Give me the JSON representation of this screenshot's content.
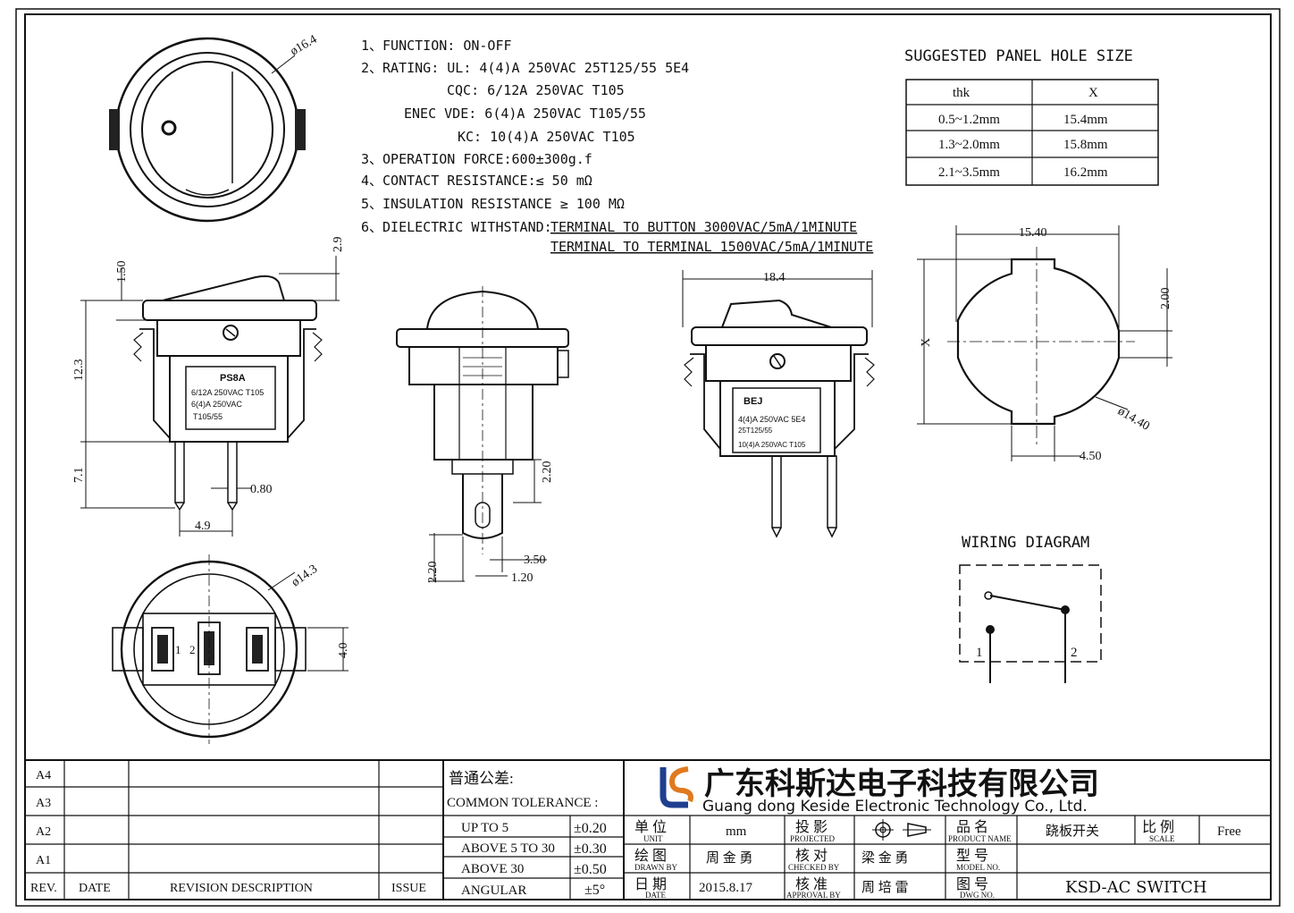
{
  "specs": [
    "1、FUNCTION: ON-OFF",
    "2、RATING:   UL:  4(4)A 250VAC 25T125/55   5E4",
    "CQC:  6/12A 250VAC T105",
    "ENEC VDE:  6(4)A 250VAC T105/55",
    "KC:  10(4)A 250VAC T105",
    "3、OPERATION FORCE:600±300g.f",
    "4、CONTACT RESISTANCE:≤ 50 mΩ",
    "5、INSULATION RESISTANCE  ≥ 100 MΩ",
    "6、DIELECTRIC WITHSTAND:",
    "TERMINAL TO BUTTON 3000VAC/5mA/1MINUTE",
    "TERMINAL TO TERMINAL 1500VAC/5mA/1MINUTE"
  ],
  "panel": {
    "title": "SUGGESTED PANEL HOLE SIZE",
    "headers": [
      "thk",
      "X"
    ],
    "rows": [
      [
        "0.5~1.2mm",
        "15.4mm"
      ],
      [
        "1.3~2.0mm",
        "15.8mm"
      ],
      [
        "2.1~3.5mm",
        "16.2mm"
      ]
    ]
  },
  "dims": {
    "top_dia": "ø16.4",
    "side_h29": "2.9",
    "side_h150": "1.50",
    "side_h123": "12.3",
    "side_h71": "7.1",
    "pin_080": "0.80",
    "pin_49": "4.9",
    "sec_220a": "2.20",
    "sec_350": "3.50",
    "sec_220b": "2.20",
    "sec_120": "1.20",
    "width_184": "18.4",
    "hole_1540": "15.40",
    "hole_200": "2.00",
    "hole_x": "X",
    "hole_dia": "ø14.40",
    "hole_450": "4.50",
    "bottom_dia": "ø14.3",
    "bottom_40": "4.0"
  },
  "labels": {
    "front": [
      "PS8A",
      "6/12A 250VAC T105",
      "6(4)A 250VAC",
      "T105/55"
    ],
    "side": [
      "BEJ",
      "4(4)A 250VAC 5E4",
      "25T125/55",
      "10(4)A 250VAC T105"
    ],
    "bottom_pins": [
      "1",
      "2"
    ]
  },
  "wiring": {
    "title": "WIRING DIAGRAM",
    "pin1": "1",
    "pin2": "2"
  },
  "titleblock": {
    "rev_rows": [
      "A4",
      "A3",
      "A2",
      "A1"
    ],
    "rev_head": [
      "REV.",
      "DATE",
      "REVISION DESCRIPTION",
      "ISSUE"
    ],
    "tol_cn": "普通公差:",
    "tol_en": "COMMON TOLERANCE :",
    "tol_rows": [
      [
        "UP TO 5",
        "±0.20"
      ],
      [
        "ABOVE 5 TO 30",
        "±0.30"
      ],
      [
        "ABOVE 30",
        "±0.50"
      ],
      [
        "ANGULAR",
        "±5°"
      ]
    ],
    "company_cn": "广东科斯达电子科技有限公司",
    "company_en": "Guang dong Keside  Electronic Technology Co., Ltd.",
    "unit_cn": "单 位",
    "unit_en": "UNIT",
    "unit_val": "mm",
    "proj_cn": "投 影",
    "proj_en": "PROJECTED",
    "pname_cn": "品 名",
    "pname_en": "PRODUCT NAME",
    "pname_val": "跷板开关",
    "scale_cn": "比 例",
    "scale_en": "SCALE",
    "scale_val": "Free",
    "drawn_cn": "绘 图",
    "drawn_en": "DRAWN BY",
    "drawn_val": "周 金 勇",
    "checked_cn": "核 对",
    "checked_en": "CHECKED BY",
    "checked_val": "梁 金 勇",
    "model_cn": "型 号",
    "model_en": "MODEL NO.",
    "date_cn": "日 期",
    "date_en": "DATE",
    "date_val": "2015.8.17",
    "approval_cn": "核 准",
    "approval_en": "APPROVAL BY",
    "approval_val": "周 培 雷",
    "dwg_cn": "图 号",
    "dwg_en": "DWG NO.",
    "dwg_val": "KSD-AC SWITCH"
  },
  "colors": {
    "logo_blue": "#1f3f8f",
    "logo_orange": "#e07a1f",
    "line": "#111111"
  }
}
